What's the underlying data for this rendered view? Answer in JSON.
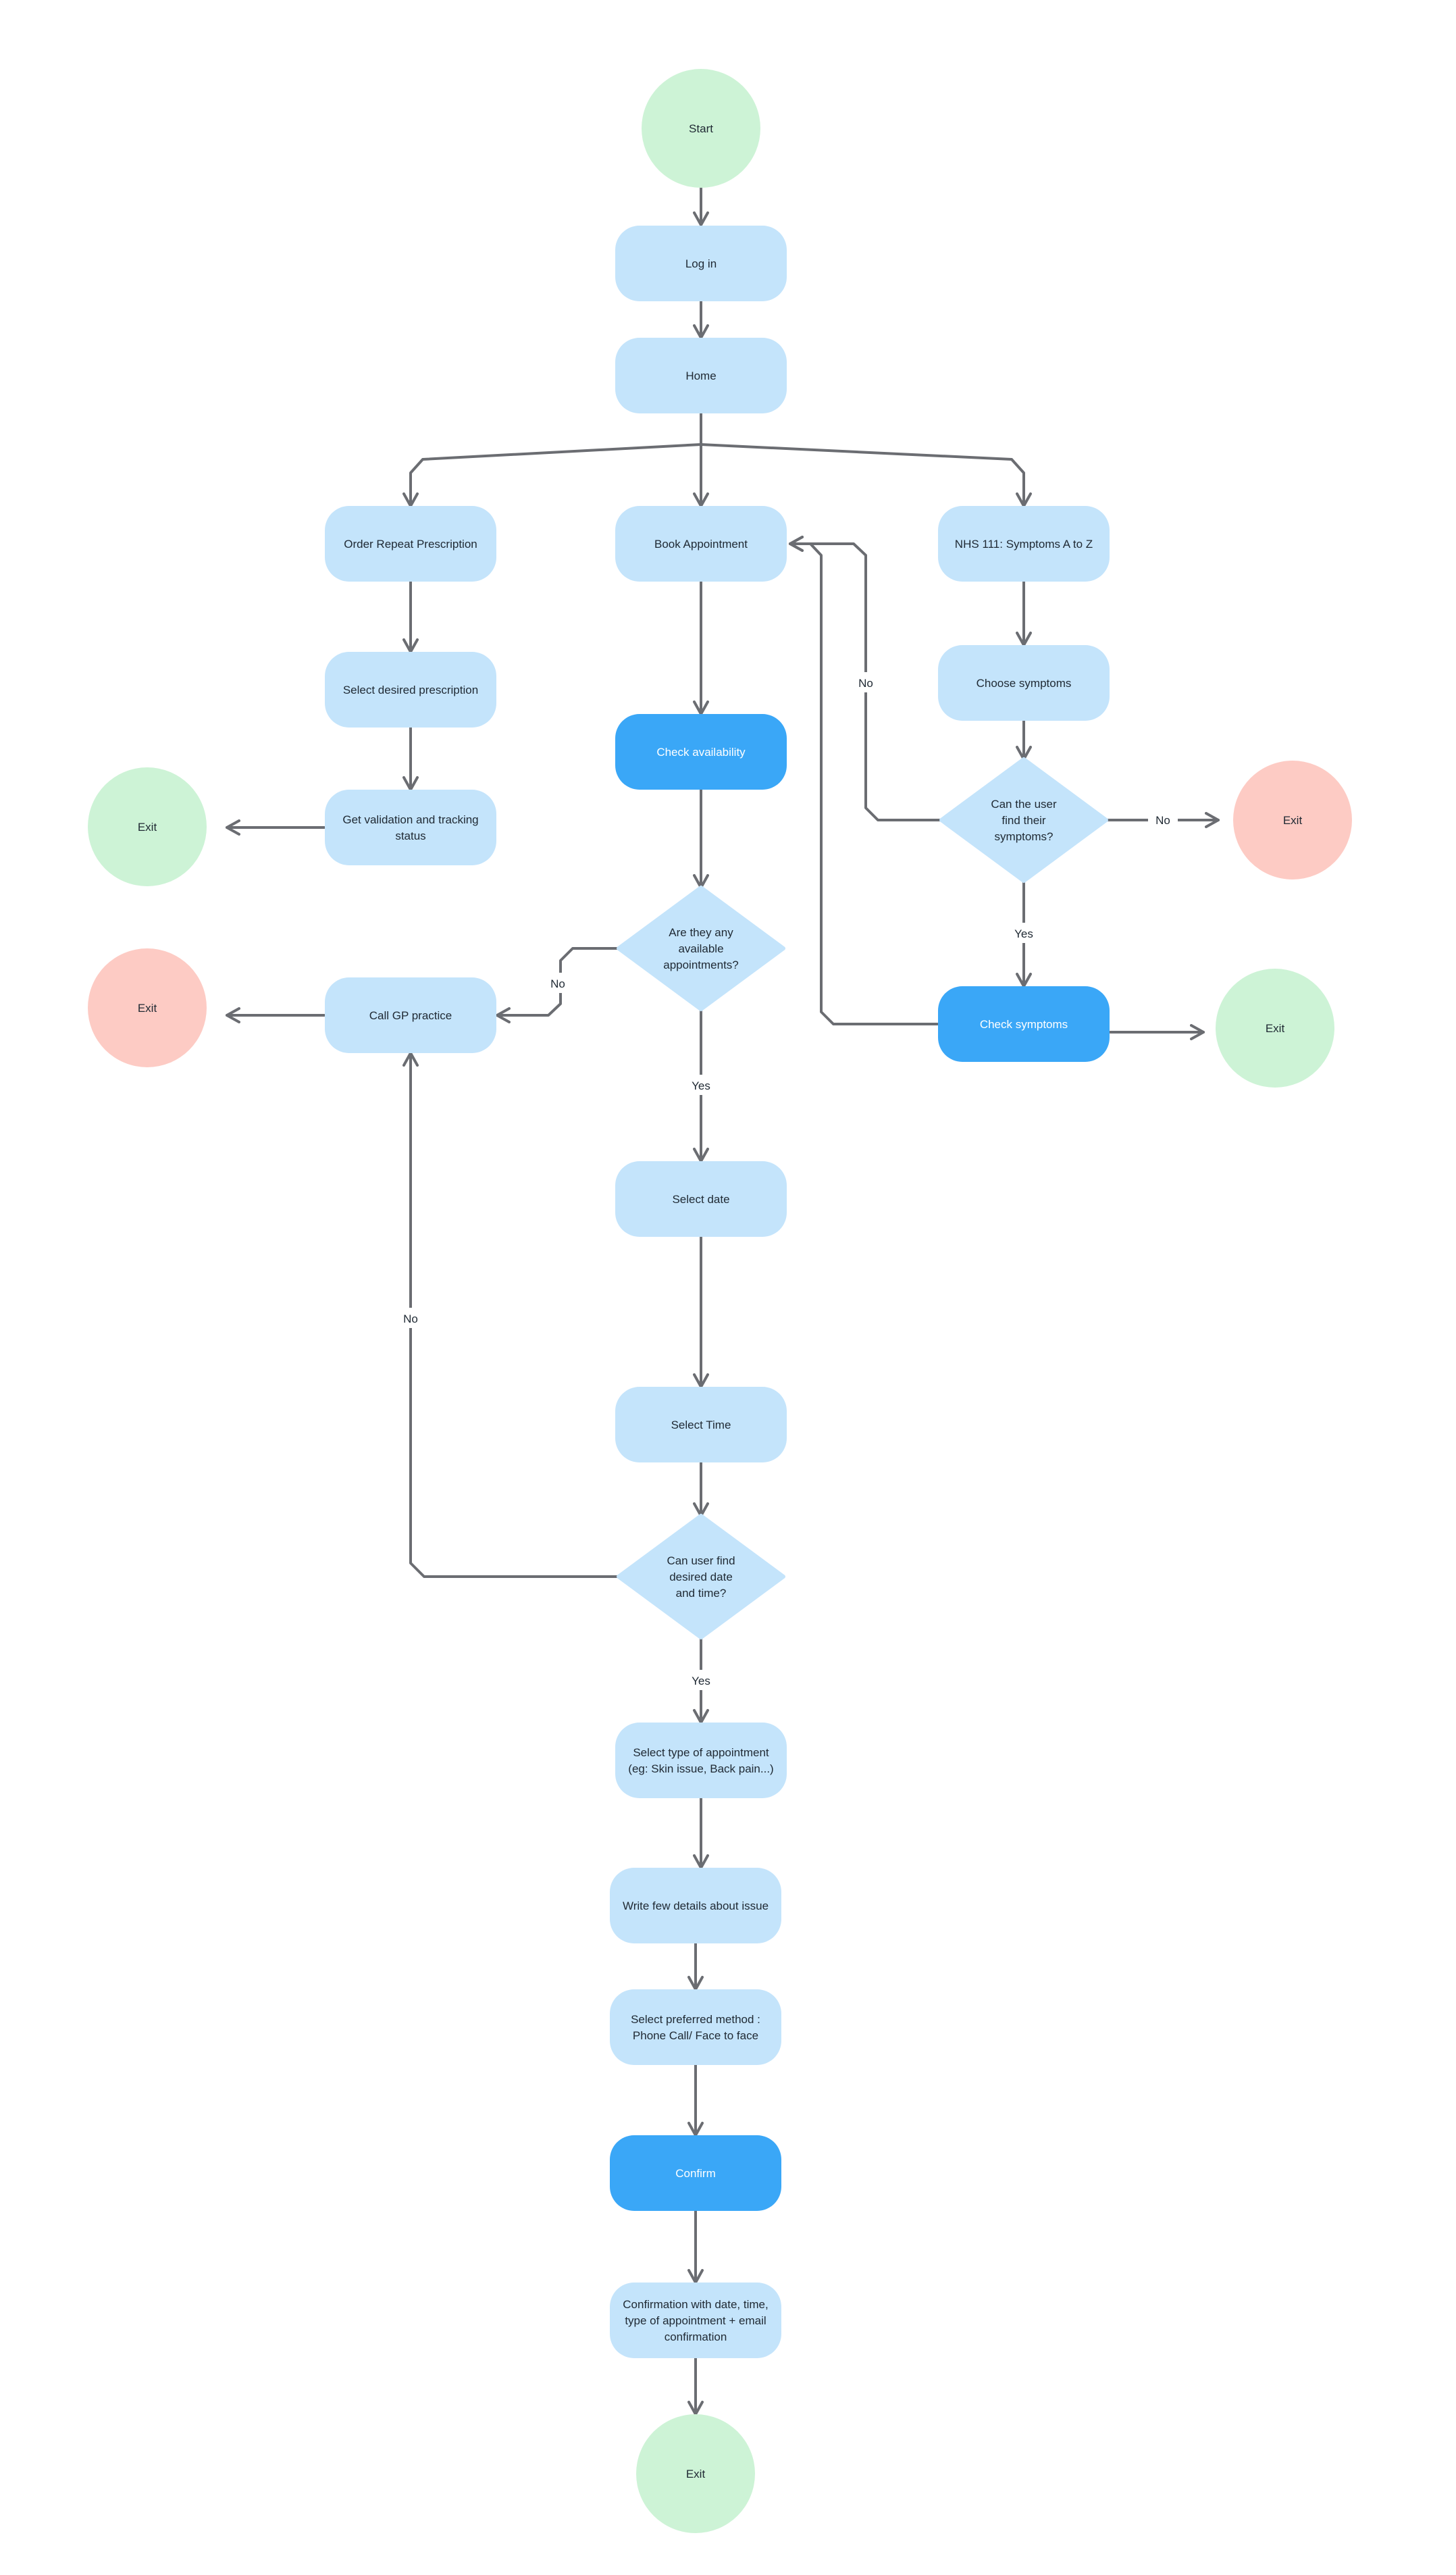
{
  "colors": {
    "process_fill": "#c4e4fb",
    "action_fill": "#3aa7f7",
    "decision_fill": "#c4e4fb",
    "start_fill": "#cdf3d6",
    "exit_green_fill": "#cdf3d6",
    "exit_red_fill": "#fdcbc4",
    "connector": "#6b6d72",
    "text_dark": "#1f2933",
    "text_light": "#ffffff"
  },
  "nodes": [
    {
      "id": "start",
      "shape": "circle",
      "tone": "start",
      "lines": [
        "Start"
      ]
    },
    {
      "id": "login",
      "shape": "process",
      "tone": "process",
      "lines": [
        "Log in"
      ]
    },
    {
      "id": "home",
      "shape": "process",
      "tone": "process",
      "lines": [
        "Home"
      ]
    },
    {
      "id": "order",
      "shape": "process",
      "tone": "process",
      "lines": [
        "Order Repeat Prescription"
      ]
    },
    {
      "id": "book",
      "shape": "process",
      "tone": "process",
      "lines": [
        "Book Appointment"
      ]
    },
    {
      "id": "nhs111",
      "shape": "process",
      "tone": "process",
      "lines": [
        "NHS 111: Symptoms A to Z"
      ]
    },
    {
      "id": "selectpres",
      "shape": "process",
      "tone": "process",
      "lines": [
        "Select desired prescription"
      ]
    },
    {
      "id": "choosesym",
      "shape": "process",
      "tone": "process",
      "lines": [
        "Choose symptoms"
      ]
    },
    {
      "id": "validation",
      "shape": "process",
      "tone": "process",
      "lines": [
        "Get validation and tracking",
        "status"
      ]
    },
    {
      "id": "checkavail",
      "shape": "process",
      "tone": "action",
      "lines": [
        "Check availability"
      ]
    },
    {
      "id": "canfindsym",
      "shape": "decision",
      "tone": "decision",
      "lines": [
        "Can the user",
        "find their",
        "symptoms?"
      ]
    },
    {
      "id": "exit1",
      "shape": "circle",
      "tone": "exit_green",
      "lines": [
        "Exit"
      ]
    },
    {
      "id": "exit2",
      "shape": "circle",
      "tone": "exit_red",
      "lines": [
        "Exit"
      ]
    },
    {
      "id": "exit3",
      "shape": "circle",
      "tone": "exit_red",
      "lines": [
        "Exit"
      ]
    },
    {
      "id": "anyavail",
      "shape": "decision",
      "tone": "decision",
      "lines": [
        "Are they any",
        "available",
        "appointments?"
      ]
    },
    {
      "id": "callgp",
      "shape": "process",
      "tone": "process",
      "lines": [
        "Call GP practice"
      ]
    },
    {
      "id": "checksym",
      "shape": "process",
      "tone": "action",
      "lines": [
        "Check symptoms"
      ]
    },
    {
      "id": "exit4",
      "shape": "circle",
      "tone": "exit_green",
      "lines": [
        "Exit"
      ]
    },
    {
      "id": "selectdate",
      "shape": "process",
      "tone": "process",
      "lines": [
        "Select date"
      ]
    },
    {
      "id": "selecttime",
      "shape": "process",
      "tone": "process",
      "lines": [
        "Select Time"
      ]
    },
    {
      "id": "canfinddate",
      "shape": "decision",
      "tone": "decision",
      "lines": [
        "Can user find",
        "desired date",
        "and time?"
      ]
    },
    {
      "id": "selecttype",
      "shape": "process",
      "tone": "process",
      "lines": [
        "Select type of appointment",
        "(eg: Skin issue, Back pain...)"
      ]
    },
    {
      "id": "details",
      "shape": "process",
      "tone": "process",
      "lines": [
        "Write few details about issue"
      ]
    },
    {
      "id": "method",
      "shape": "process",
      "tone": "process",
      "lines": [
        "Select preferred method :",
        "Phone Call/ Face to face"
      ]
    },
    {
      "id": "confirm",
      "shape": "process",
      "tone": "action",
      "lines": [
        "Confirm"
      ]
    },
    {
      "id": "confirmation",
      "shape": "process",
      "tone": "process",
      "lines": [
        "Confirmation with date, time,",
        "type of appointment + email",
        "confirmation"
      ]
    },
    {
      "id": "exit5",
      "shape": "circle",
      "tone": "exit_green",
      "lines": [
        "Exit"
      ]
    }
  ],
  "edge_labels": [
    {
      "id": "no-symptoms-loop",
      "text": "No"
    },
    {
      "id": "no-symptoms-exit",
      "text": "No"
    },
    {
      "id": "yes-symptoms",
      "text": "Yes"
    },
    {
      "id": "no-availability",
      "text": "No"
    },
    {
      "id": "yes-availability",
      "text": "Yes"
    },
    {
      "id": "no-date",
      "text": "No"
    },
    {
      "id": "yes-date",
      "text": "Yes"
    }
  ]
}
